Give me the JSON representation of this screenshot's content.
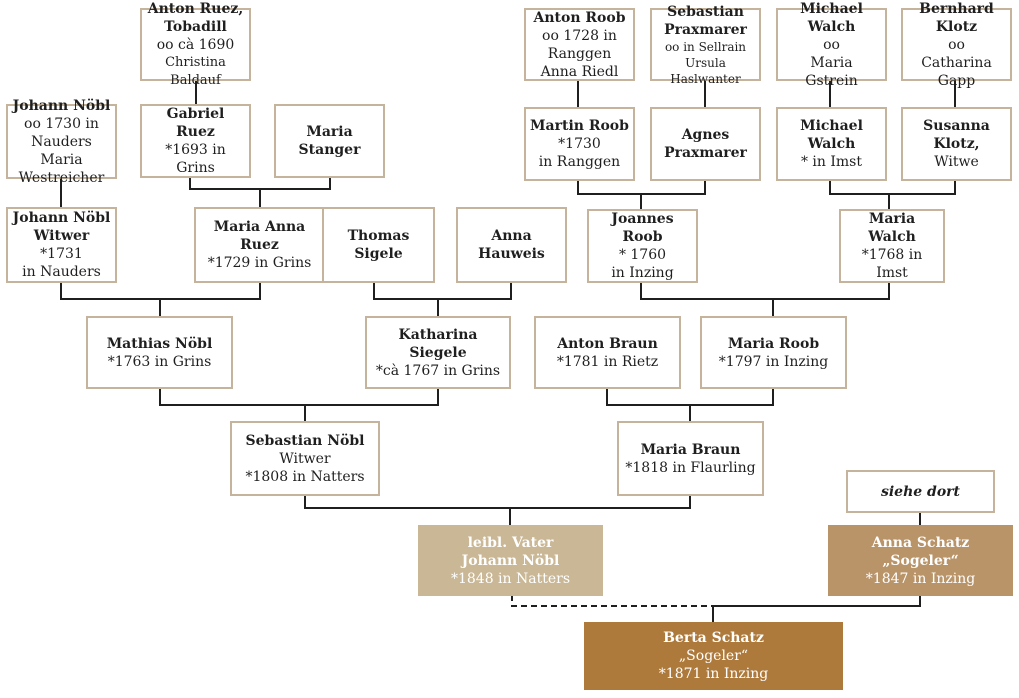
{
  "colors": {
    "border": "#c5b49b",
    "line": "#1f1f1f",
    "father_fill": "#c9b795",
    "mother_fill": "#b99469",
    "child_fill": "#ad7a3c"
  },
  "nodes": {
    "anton_ruez": {
      "name": "Anton Ruez,\nTobadill",
      "lines": [
        "oo cà 1690",
        "Christina Baldauf"
      ]
    },
    "johann_nobl_1": {
      "name": "Johann Nöbl",
      "lines": [
        "oo 1730 in",
        "Nauders Maria",
        "Westreicher"
      ]
    },
    "gabriel_ruez": {
      "name": "Gabriel Ruez",
      "lines": [
        "*1693 in Grins"
      ]
    },
    "maria_stanger": {
      "name": "Maria Stanger",
      "lines": []
    },
    "anton_roob": {
      "name": "Anton Roob",
      "lines": [
        "oo 1728 in",
        "Ranggen",
        "Anna Riedl"
      ]
    },
    "sebastian_praxmarer": {
      "name": "Sebastian\nPraxmarer",
      "lines": [
        "oo in Sellrain",
        "Ursula Haslwanter"
      ]
    },
    "michael_walch_1": {
      "name": "Michael Walch",
      "lines": [
        "oo",
        "Maria Gstrein"
      ]
    },
    "bernhard_klotz": {
      "name": "Bernhard\nKlotz",
      "lines": [
        "oo",
        "Catharina Gapp"
      ]
    },
    "martin_roob": {
      "name": "Martin Roob",
      "lines": [
        "*1730",
        "in Ranggen"
      ]
    },
    "agnes_praxmarer": {
      "name": "Agnes\nPraxmarer",
      "lines": []
    },
    "michael_walch_2": {
      "name": "Michael Walch",
      "lines": [
        "* in Imst"
      ]
    },
    "susanna_klotz": {
      "name": "Susanna Klotz,",
      "lines": [
        "Witwe"
      ]
    },
    "johann_nobl_2": {
      "name": "Johann Nöbl\nWitwer",
      "name_suffix": " *1731",
      "lines": [
        "in Nauders"
      ]
    },
    "maria_anna_ruez": {
      "name": "Maria Anna\nRuez",
      "lines": [
        "*1729 in Grins"
      ]
    },
    "thomas_sigele": {
      "name": "Thomas Sigele",
      "lines": []
    },
    "anna_hauweis": {
      "name": "Anna Hauweis",
      "lines": []
    },
    "joannes_roob": {
      "name": "Joannes Roob",
      "lines": [
        "* 1760",
        "in Inzing"
      ]
    },
    "maria_walch": {
      "name": "Maria Walch",
      "lines": [
        "*1768 in Imst"
      ]
    },
    "mathias_nobl": {
      "name": "Mathias Nöbl",
      "lines": [
        "*1763 in Grins"
      ]
    },
    "katharina_siegele": {
      "name": "Katharina Siegele",
      "lines": [
        "*cà 1767 in Grins"
      ]
    },
    "anton_braun": {
      "name": "Anton Braun",
      "lines": [
        "*1781 in Rietz"
      ]
    },
    "maria_roob": {
      "name": "Maria Roob",
      "lines": [
        "*1797 in Inzing"
      ]
    },
    "sebastian_nobl": {
      "name": "Sebastian Nöbl",
      "lines": [
        "Witwer",
        "*1808 in Natters"
      ]
    },
    "maria_braun": {
      "name": "Maria Braun",
      "lines": [
        "*1818 in Flaurling"
      ]
    },
    "siehe_dort": {
      "name": "siehe dort",
      "lines": []
    },
    "johann_nobl_father": {
      "name": "leibl. Vater\nJohann Nöbl",
      "lines": [
        "*1848 in Natters"
      ]
    },
    "anna_schatz": {
      "name": "Anna Schatz\n„Sogeler“",
      "lines": [
        "*1847 in Inzing"
      ]
    },
    "berta_schatz": {
      "name": "Berta Schatz",
      "lines": [
        "„Sogeler“",
        "*1871 in Inzing"
      ]
    }
  }
}
